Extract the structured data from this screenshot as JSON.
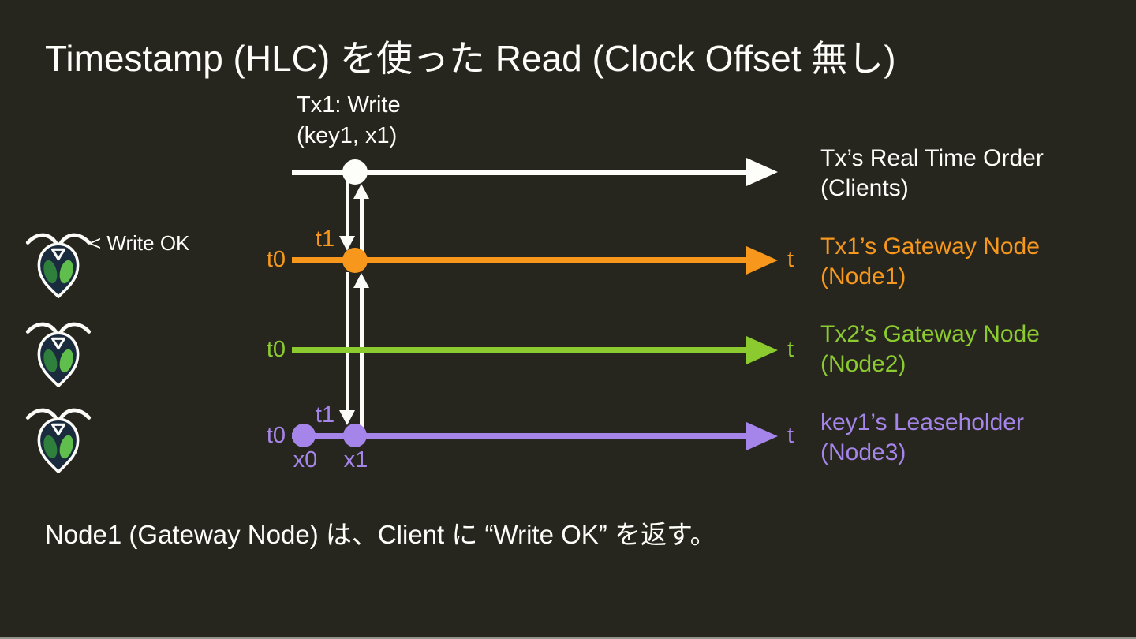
{
  "slide": {
    "title": "Timestamp (HLC) を使った Read (Clock Offset 無し)",
    "footer": "Node1 (Gateway Node) は、Client に “Write OK” を返す。",
    "background_color": "#26261f"
  },
  "annotations": {
    "tx_write": {
      "line1": "Tx1: Write",
      "line2": "(key1, x1)"
    },
    "write_ok": "< Write OK"
  },
  "timelines": [
    {
      "name": "client",
      "color": "#fdfdf9",
      "label": {
        "line1": "Tx’s Real Time Order",
        "line2": "(Clients)"
      }
    },
    {
      "name": "node1",
      "color": "#f7981d",
      "label": {
        "line1": "Tx1’s Gateway Node",
        "line2": "(Node1)"
      },
      "ticks": {
        "t0": "t0",
        "t1": "t1",
        "t_end": "t"
      }
    },
    {
      "name": "node2",
      "color": "#8ccb30",
      "label": {
        "line1": "Tx2’s Gateway Node",
        "line2": "(Node2)"
      },
      "ticks": {
        "t0": "t0",
        "t_end": "t"
      }
    },
    {
      "name": "node3",
      "color": "#a685ea",
      "label": {
        "line1": "key1’s Leaseholder",
        "line2": "(Node3)"
      },
      "ticks": {
        "t0": "t0",
        "t1": "t1",
        "t_end": "t"
      },
      "points": {
        "x0": "x0",
        "x1": "x1"
      }
    }
  ],
  "icons": {
    "node": "cockroachdb-logo-icon"
  }
}
